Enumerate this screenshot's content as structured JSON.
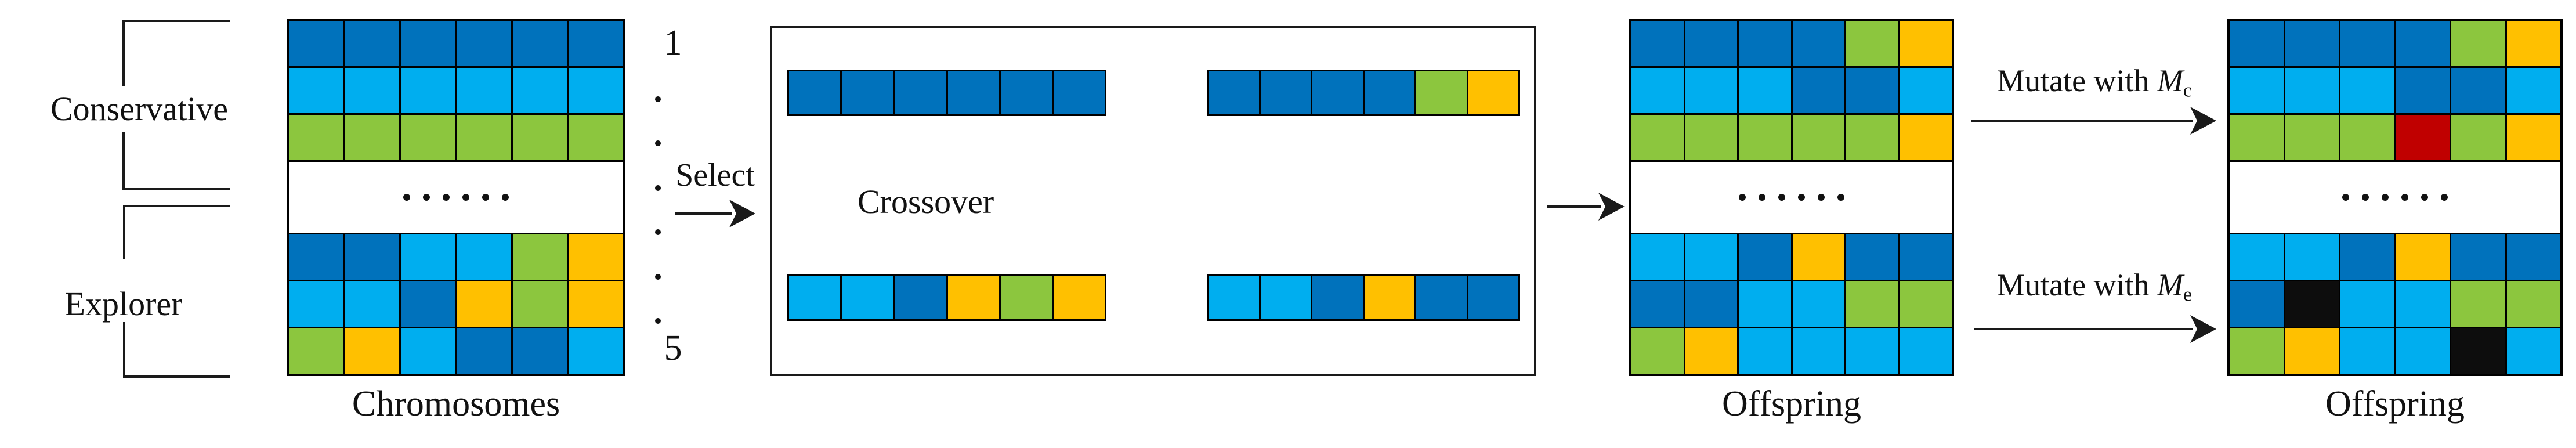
{
  "colors": {
    "db": "#0072BC",
    "lb": "#00AEEF",
    "gr": "#8CC63E",
    "or": "#FFC000",
    "rd": "#C00000",
    "bk": "#0D0D0D",
    "line": "#1A1A1A",
    "cut": "#FF0000"
  },
  "population": {
    "group_top_label": "Conservative",
    "group_bottom_label": "Explorer",
    "index_first": "1",
    "index_last": "5",
    "index_dots_count": 6,
    "caption": "Chromosomes",
    "grid": {
      "top_rows": [
        [
          "db",
          "db",
          "db",
          "db",
          "db",
          "db"
        ],
        [
          "lb",
          "lb",
          "lb",
          "lb",
          "lb",
          "lb"
        ],
        [
          "gr",
          "gr",
          "gr",
          "gr",
          "gr",
          "gr"
        ]
      ],
      "gap_dots_count": 6,
      "bottom_rows": [
        [
          "db",
          "db",
          "lb",
          "lb",
          "gr",
          "or"
        ],
        [
          "lb",
          "lb",
          "db",
          "or",
          "gr",
          "or"
        ],
        [
          "gr",
          "or",
          "lb",
          "db",
          "db",
          "lb"
        ]
      ]
    }
  },
  "selection": {
    "label": "Select"
  },
  "crossover": {
    "label": "Crossover",
    "cut_after_gene": 4,
    "parent_top": [
      "db",
      "db",
      "db",
      "db",
      "db",
      "db"
    ],
    "parent_bottom": [
      "lb",
      "lb",
      "db",
      "or",
      "gr",
      "or"
    ],
    "child_top": [
      "db",
      "db",
      "db",
      "db",
      "gr",
      "or"
    ],
    "child_bottom": [
      "lb",
      "lb",
      "db",
      "or",
      "db",
      "db"
    ]
  },
  "offspring_stage1": {
    "caption": "Offspring",
    "grid": {
      "top_rows": [
        [
          "db",
          "db",
          "db",
          "db",
          "gr",
          "or"
        ],
        [
          "lb",
          "lb",
          "lb",
          "db",
          "db",
          "lb"
        ],
        [
          "gr",
          "gr",
          "gr",
          "gr",
          "gr",
          "or"
        ]
      ],
      "gap_dots_count": 6,
      "bottom_rows": [
        [
          "lb",
          "lb",
          "db",
          "or",
          "db",
          "db"
        ],
        [
          "db",
          "db",
          "lb",
          "lb",
          "gr",
          "gr"
        ],
        [
          "gr",
          "or",
          "lb",
          "lb",
          "lb",
          "lb"
        ]
      ]
    }
  },
  "mutation": {
    "top": {
      "prefix": "Mutate with ",
      "symbol": "M",
      "subscript": "c"
    },
    "bottom": {
      "prefix": "Mutate with ",
      "symbol": "M",
      "subscript": "e"
    }
  },
  "offspring_stage2": {
    "caption": "Offspring",
    "grid": {
      "top_rows": [
        [
          "db",
          "db",
          "db",
          "db",
          "gr",
          "or"
        ],
        [
          "lb",
          "lb",
          "lb",
          "db",
          "db",
          "lb"
        ],
        [
          "gr",
          "gr",
          "gr",
          "rd",
          "gr",
          "or"
        ]
      ],
      "gap_dots_count": 6,
      "bottom_rows": [
        [
          "lb",
          "lb",
          "db",
          "or",
          "db",
          "db"
        ],
        [
          "db",
          "bk",
          "lb",
          "lb",
          "gr",
          "gr"
        ],
        [
          "gr",
          "or",
          "lb",
          "lb",
          "bk",
          "lb"
        ]
      ]
    }
  }
}
